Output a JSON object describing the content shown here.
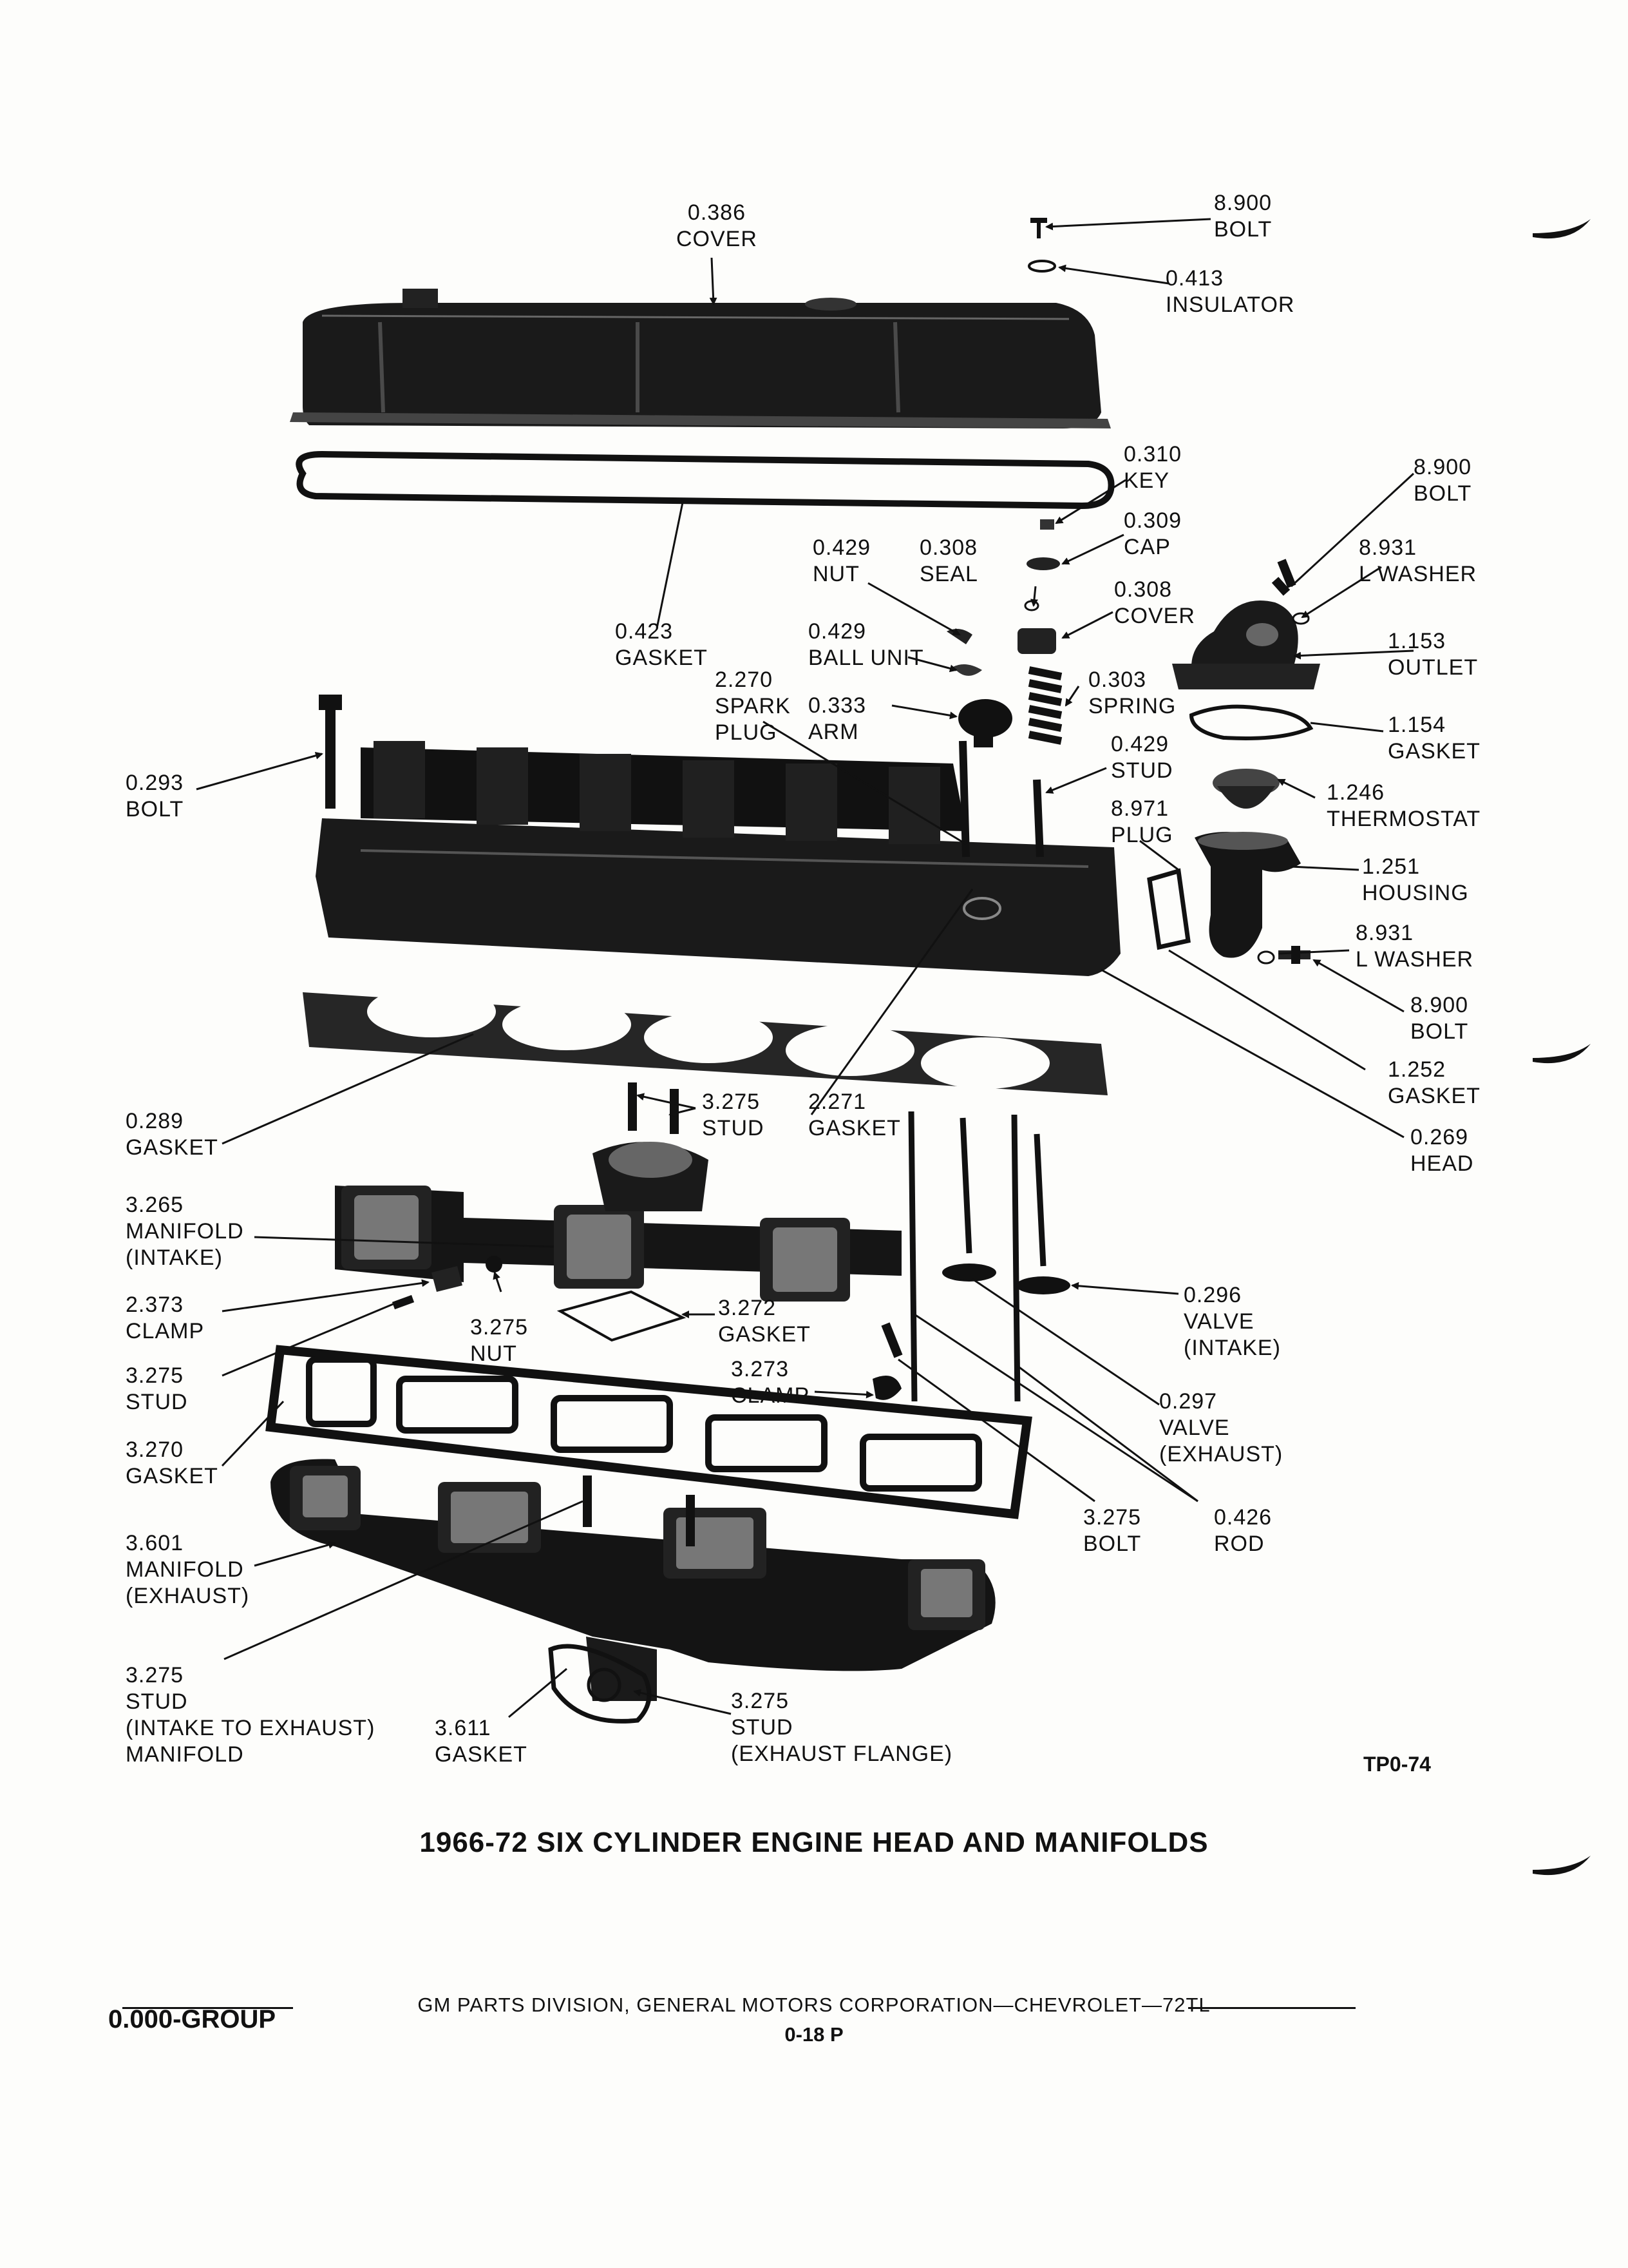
{
  "document": {
    "figure_code": "TP0-74",
    "title": "1966-72 SIX CYLINDER ENGINE HEAD AND MANIFOLDS",
    "footer": "GM PARTS DIVISION, GENERAL MOTORS CORPORATION—CHEVROLET—72TL",
    "group": "0.000-GROUP",
    "page_number": "0-18 P"
  },
  "callouts": [
    {
      "id": "cover-386",
      "lines": [
        "0.386",
        "COVER"
      ]
    },
    {
      "id": "bolt-8900-top",
      "lines": [
        "8.900",
        "BOLT"
      ]
    },
    {
      "id": "insulator-413",
      "lines": [
        "0.413",
        "INSULATOR"
      ]
    },
    {
      "id": "key-310",
      "lines": [
        "0.310",
        "KEY"
      ]
    },
    {
      "id": "bolt-8900-outlet",
      "lines": [
        "8.900",
        "BOLT"
      ]
    },
    {
      "id": "cap-309",
      "lines": [
        "0.309",
        "CAP"
      ]
    },
    {
      "id": "nut-429",
      "lines": [
        "0.429",
        "NUT"
      ]
    },
    {
      "id": "seal-308",
      "lines": [
        "0.308",
        "SEAL"
      ]
    },
    {
      "id": "l-washer-8931-top",
      "lines": [
        "8.931",
        "L WASHER"
      ]
    },
    {
      "id": "cover-308",
      "lines": [
        "0.308",
        "COVER"
      ]
    },
    {
      "id": "gasket-423",
      "lines": [
        "0.423",
        "GASKET"
      ]
    },
    {
      "id": "ball-unit-429",
      "lines": [
        "0.429",
        "BALL UNIT"
      ]
    },
    {
      "id": "outlet-1153",
      "lines": [
        "1.153",
        "OUTLET"
      ]
    },
    {
      "id": "spark-plug-2270",
      "lines": [
        "2.270",
        "SPARK",
        "PLUG"
      ]
    },
    {
      "id": "arm-333",
      "lines": [
        "0.333",
        "ARM"
      ]
    },
    {
      "id": "spring-303",
      "lines": [
        "0.303",
        "SPRING"
      ]
    },
    {
      "id": "gasket-1154",
      "lines": [
        "1.154",
        "GASKET"
      ]
    },
    {
      "id": "bolt-293",
      "lines": [
        "0.293",
        "BOLT"
      ]
    },
    {
      "id": "stud-429",
      "lines": [
        "0.429",
        "STUD"
      ]
    },
    {
      "id": "thermostat-1246",
      "lines": [
        "1.246",
        "THERMOSTAT"
      ]
    },
    {
      "id": "plug-8971",
      "lines": [
        "8.971",
        "PLUG"
      ]
    },
    {
      "id": "housing-1251",
      "lines": [
        "1.251",
        "HOUSING"
      ]
    },
    {
      "id": "l-washer-8931-bottom",
      "lines": [
        "8.931",
        "L WASHER"
      ]
    },
    {
      "id": "bolt-8900-housing",
      "lines": [
        "8.900",
        "BOLT"
      ]
    },
    {
      "id": "gasket-1252",
      "lines": [
        "1.252",
        "GASKET"
      ]
    },
    {
      "id": "gasket-289",
      "lines": [
        "0.289",
        "GASKET"
      ]
    },
    {
      "id": "stud-3275-top",
      "lines": [
        "3.275",
        "STUD"
      ]
    },
    {
      "id": "gasket-2271",
      "lines": [
        "2.271",
        "GASKET"
      ]
    },
    {
      "id": "head-269",
      "lines": [
        "0.269",
        "HEAD"
      ]
    },
    {
      "id": "manifold-intake-3265",
      "lines": [
        "3.265",
        "MANIFOLD",
        "(INTAKE)"
      ]
    },
    {
      "id": "clamp-2373",
      "lines": [
        "2.373",
        "CLAMP"
      ]
    },
    {
      "id": "nut-3275",
      "lines": [
        "3.275",
        "NUT"
      ]
    },
    {
      "id": "gasket-3272",
      "lines": [
        "3.272",
        "GASKET"
      ]
    },
    {
      "id": "valve-intake-296",
      "lines": [
        "0.296",
        "VALVE",
        "(INTAKE)"
      ]
    },
    {
      "id": "stud-3275-left",
      "lines": [
        "3.275",
        "STUD"
      ]
    },
    {
      "id": "clamp-3273",
      "lines": [
        "3.273",
        "CLAMP"
      ]
    },
    {
      "id": "valve-exhaust-297",
      "lines": [
        "0.297",
        "VALVE",
        "(EXHAUST)"
      ]
    },
    {
      "id": "gasket-3270",
      "lines": [
        "3.270",
        "GASKET"
      ]
    },
    {
      "id": "bolt-3275",
      "lines": [
        "3.275",
        "BOLT"
      ]
    },
    {
      "id": "rod-426",
      "lines": [
        "0.426",
        "ROD"
      ]
    },
    {
      "id": "manifold-exhaust-3601",
      "lines": [
        "3.601",
        "MANIFOLD",
        "(EXHAUST)"
      ]
    },
    {
      "id": "stud-3275-intake-exhaust",
      "lines": [
        "3.275",
        "STUD",
        "(INTAKE TO EXHAUST)",
        "MANIFOLD"
      ]
    },
    {
      "id": "gasket-3611",
      "lines": [
        "3.611",
        "GASKET"
      ]
    },
    {
      "id": "stud-3275-flange",
      "lines": [
        "3.275",
        "STUD",
        "(EXHAUST FLANGE)"
      ]
    }
  ]
}
